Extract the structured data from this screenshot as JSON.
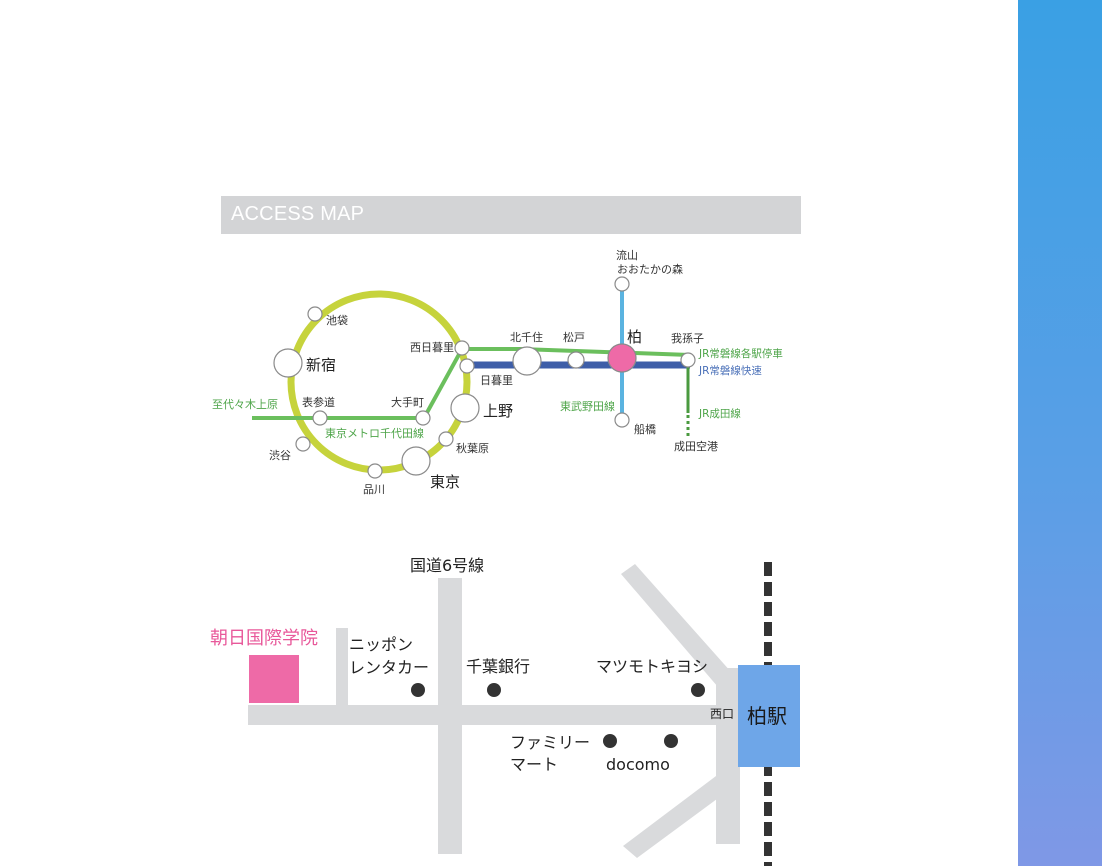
{
  "header": {
    "title": "ACCESS MAP"
  },
  "route_map": {
    "stations": {
      "ikebukuro": "池袋",
      "shinjuku": "新宿",
      "omotesando": "表参道",
      "shibuya": "渋谷",
      "shinagawa": "品川",
      "tokyo": "東京",
      "akihabara": "秋葉原",
      "ueno": "上野",
      "otemachi": "大手町",
      "nishi_nippori": "西日暮里",
      "nippori": "日暮里",
      "kita_senju": "北千住",
      "matsudo": "松戸",
      "kashiwa": "柏",
      "abiko": "我孫子",
      "nagareyama_1": "流山",
      "nagareyama_2": "おおたかの森",
      "funabashi": "船橋",
      "narita_airport": "成田空港"
    },
    "lines": {
      "to_yoyogi_uehara": "至代々木上原",
      "chiyoda": "東京メトロ千代田線",
      "joban_local": "JR常磐線各駅停車",
      "joban_rapid": "JR常磐線快速",
      "narita_line": "JR成田線",
      "tobu_noda": "東武野田線"
    },
    "colors": {
      "yamanote": "#c6d33c",
      "green_line": "#6bbf5d",
      "joban_rapid": "#3e5ea8",
      "tobu": "#5ab3e0",
      "kashiwa": "#ee6aa7",
      "station_fill": "#ffffff",
      "station_stroke": "#8a8a8a"
    }
  },
  "street_map": {
    "road_label": "国道6号線",
    "school": "朝日国際学院",
    "nippon_rent_1": "ニッポン",
    "nippon_rent_2": "レンタカー",
    "chiba_bank": "千葉銀行",
    "matsumoto_kiyoshi": "マツモトキヨシ",
    "family_mart_1": "ファミリー",
    "family_mart_2": "マート",
    "docomo": "docomo",
    "west_exit": "西口",
    "kashiwa_station": "柏駅",
    "colors": {
      "road": "#d9dadc",
      "school": "#ee6aa7",
      "station": "#6ea6e8",
      "marker": "#333333",
      "school_text": "#e8589a"
    }
  }
}
